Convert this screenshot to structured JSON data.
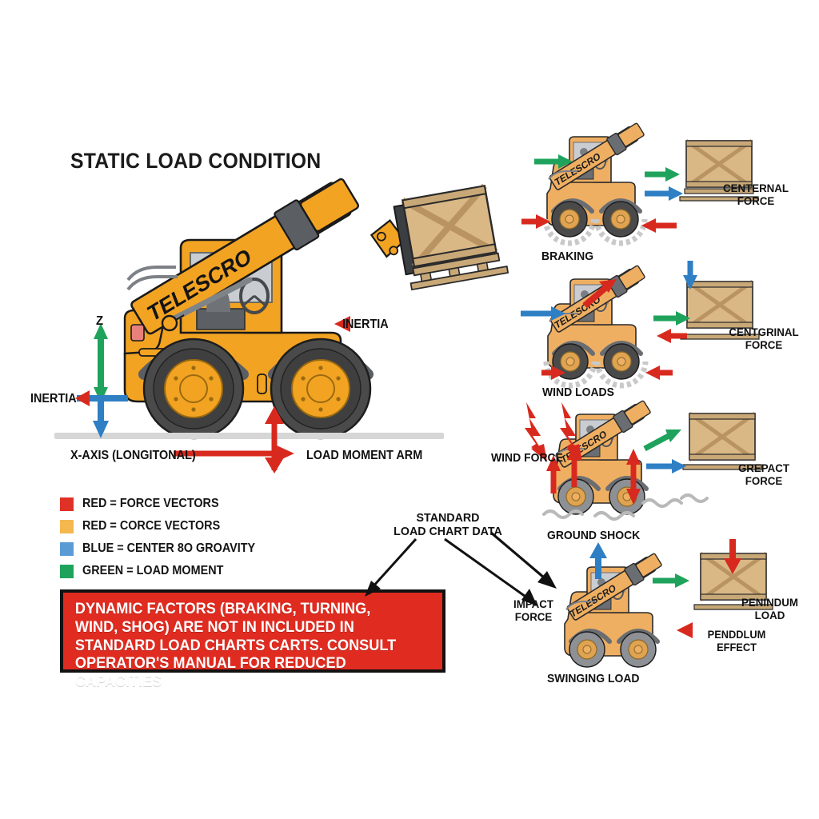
{
  "page": {
    "title": "STATIC LOAD CONDITION",
    "background": "#ffffff"
  },
  "colors": {
    "red": "#D8291F",
    "orange": "#F2A322",
    "orange_pale": "#EFAF62",
    "blue": "#2E7FC4",
    "green": "#1FA35C",
    "wood": "#D9B886",
    "wood_dark": "#B99462",
    "tire": "#4A4A4A",
    "glass": "#C9CDD2",
    "ground": "#D6D6D6",
    "banner_red": "#E02B20",
    "ink": "#111111"
  },
  "main_diagram": {
    "brand_text": "TELESCRO",
    "labels": {
      "z_axis": "Z",
      "inertia_right": "INERTIA",
      "inertia_left": "INERTIA",
      "x_axis": "X-AXIS (LONGITONAL)",
      "load_moment_arm": "LOAD MOMENT ARM"
    }
  },
  "legend": {
    "items": [
      {
        "color": "#E03127",
        "text": "RED = FORCE VECTORS"
      },
      {
        "color": "#F4B84E",
        "text": "RED = CORCE VECTORS"
      },
      {
        "color": "#5B9BD5",
        "text": "BLUE = CENTER 8O GROAVITY"
      },
      {
        "color": "#1FA35C",
        "text": "GREEN = LOAD MOMENT"
      }
    ]
  },
  "warning": {
    "text": "DYNAMIC FACTORS (BRAKING, TURNING, WIND, SHOG) ARE NOT IN INCLUDED IN STANDARD LOAD CHARTS CARTS. CONSULT OPERATOR'S MANUAL FOR REDUCED CAPACITIES",
    "fill": "#E02B20",
    "border": "#121212"
  },
  "callout": {
    "line1": "STANDARD",
    "line2": "LOAD CHART DATA"
  },
  "panels": [
    {
      "id": "braking-panel",
      "brand_text": "TELESCRO",
      "labels": [
        {
          "name": "braking",
          "text": "BRAKING"
        },
        {
          "name": "centernal-force",
          "text": "CENTERNAL\nFORCE"
        }
      ]
    },
    {
      "id": "wind-loads-panel",
      "brand_text": "TELESCRO",
      "labels": [
        {
          "name": "wind-loads",
          "text": "WIND LOADS"
        },
        {
          "name": "centgrinal-force",
          "text": "CENTGRINAL\nFORCE"
        }
      ]
    },
    {
      "id": "ground-shock-panel",
      "brand_text": "TELESCRO",
      "labels": [
        {
          "name": "wind-force",
          "text": "WIND FORCE"
        },
        {
          "name": "ground-shock",
          "text": "GROUND SHOCK"
        },
        {
          "name": "grepact-force",
          "text": "GREPACT\nFORCE"
        }
      ]
    },
    {
      "id": "swinging-load-panel",
      "brand_text": "TELESCRO",
      "labels": [
        {
          "name": "impact-force",
          "text": "IMPACT\nFORCE"
        },
        {
          "name": "swinging-load",
          "text": "SWINGING LOAD"
        },
        {
          "name": "penindum-load",
          "text": "PENINDUM\nLOAD"
        },
        {
          "name": "penddlum-effect",
          "text": "PENDDLUM\nEFFECT"
        }
      ]
    }
  ],
  "panel_labels": {
    "braking": "BRAKING",
    "centernal_force_l1": "CENTERNAL",
    "centernal_force_l2": "FORCE",
    "wind_loads": "WIND LOADS",
    "centgrinal_force_l1": "CENTGRINAL",
    "centgrinal_force_l2": "FORCE",
    "wind_force": "WIND FORCE",
    "ground_shock": "GROUND SHOCK",
    "grepact_force_l1": "GREPACT",
    "grepact_force_l2": "FORCE",
    "impact_force_l1": "IMPACT",
    "impact_force_l2": "FORCE",
    "swinging_load": "SWINGING LOAD",
    "penindum_load_l1": "PENINDUM",
    "penindum_load_l2": "LOAD",
    "penddlum_effect_l1": "PENDDLUM",
    "penddlum_effect_l2": "EFFECT"
  }
}
